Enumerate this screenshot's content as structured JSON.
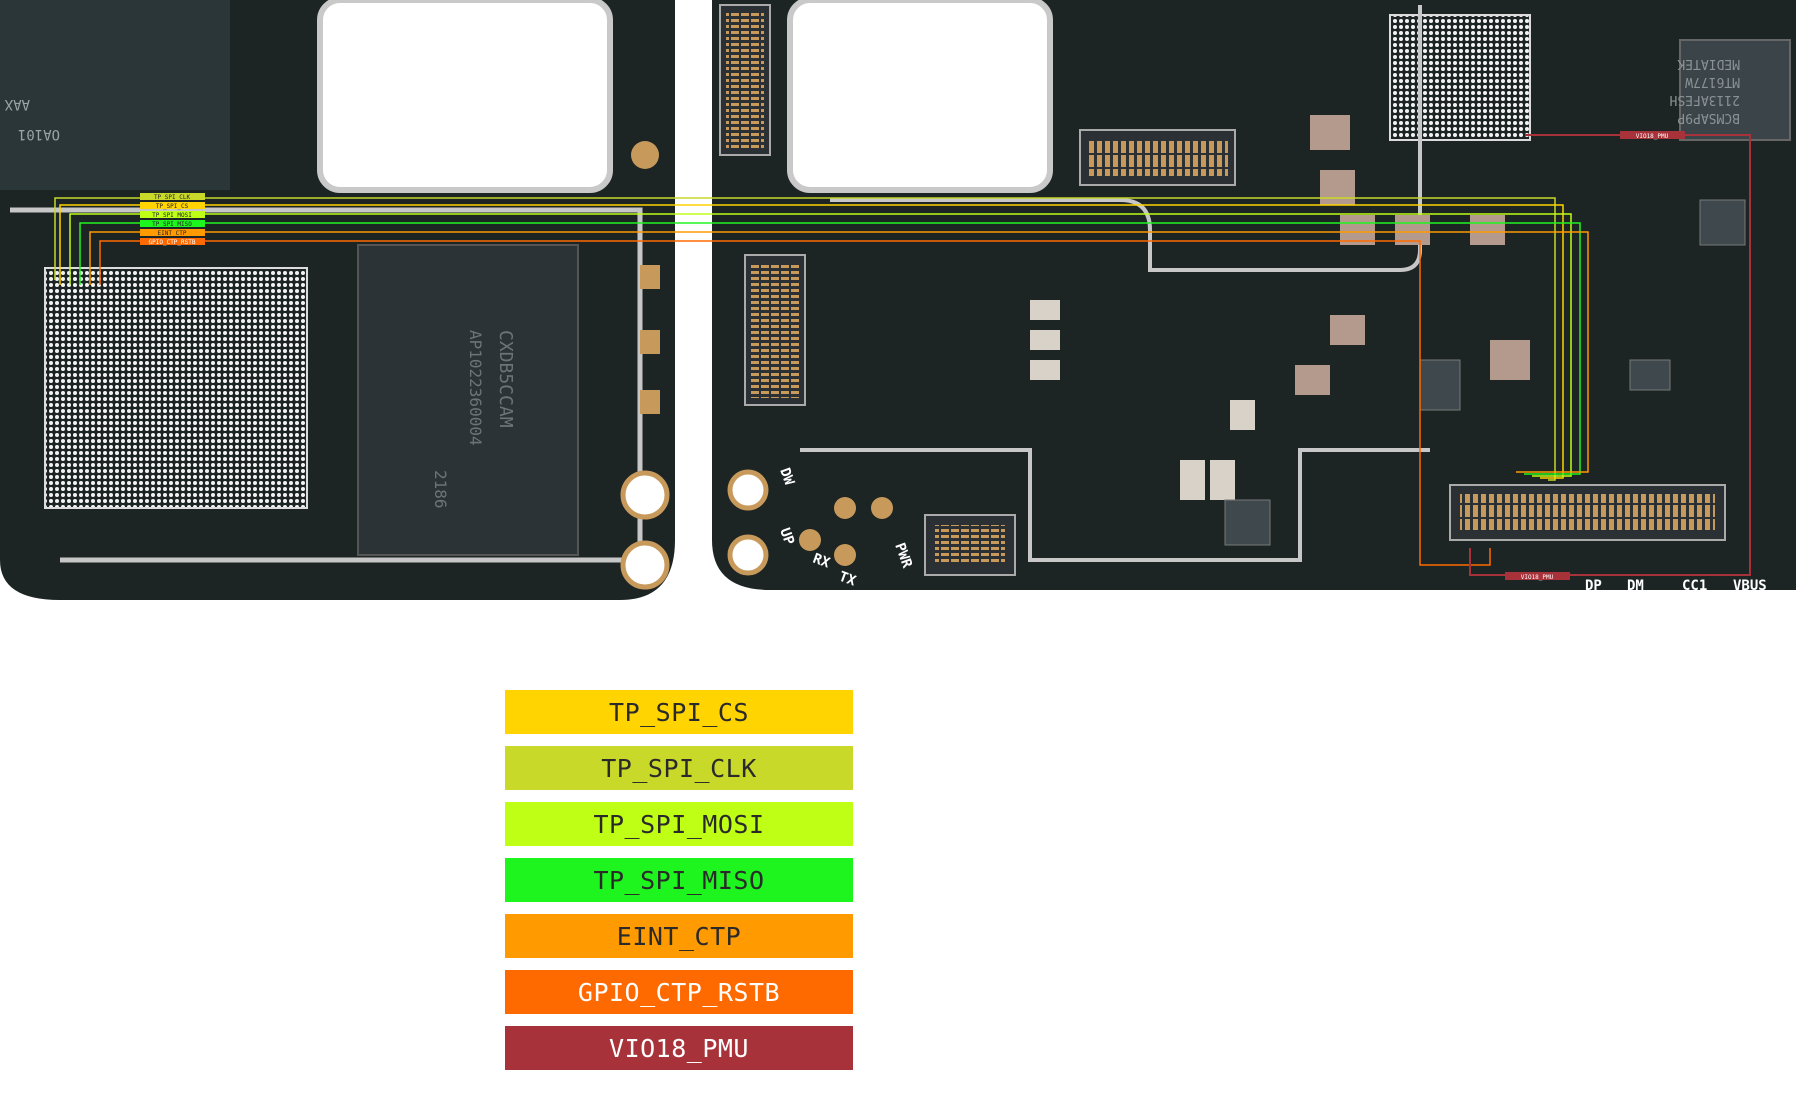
{
  "board": {
    "silkscreen_left": [
      "AAX",
      "OA101"
    ],
    "memory_chip_text": [
      "CXDB5CCAM",
      "AP1022360004",
      "2186"
    ],
    "pmic_text": [
      "MEDIATEK",
      "MT6177W",
      "2113AFESH",
      "BCMSAP9P"
    ],
    "test_pads": [
      "DW",
      "UP",
      "RX",
      "TX",
      "PWR"
    ],
    "connector_pins": [
      "DP",
      "DM",
      "CC1",
      "VBUS"
    ],
    "tags": {
      "left": [
        "TP_SPI_CLK",
        "TP_SPI_CS",
        "TP_SPI_MOSI",
        "TP_SPI_MISO",
        "EINT_CTP",
        "GPIO_CTP_RSTB"
      ],
      "vio_top": "VIO18_PMU",
      "vio_bottom": "VIO18_PMU"
    }
  },
  "legend": [
    {
      "label": "TP_SPI_CS",
      "color": "#FFD400",
      "text_color": "#2a2a2a"
    },
    {
      "label": "TP_SPI_CLK",
      "color": "#C8D92A",
      "text_color": "#2a2a2a"
    },
    {
      "label": "TP_SPI_MOSI",
      "color": "#BFFF16",
      "text_color": "#2a2a2a"
    },
    {
      "label": "TP_SPI_MISO",
      "color": "#1EF51E",
      "text_color": "#2a2a2a"
    },
    {
      "label": "EINT_CTP",
      "color": "#FF9A00",
      "text_color": "#2a2a2a"
    },
    {
      "label": "GPIO_CTP_RSTB",
      "color": "#FF6A00",
      "text_color": "#ffffff"
    },
    {
      "label": "VIO18_PMU",
      "color": "#A8323A",
      "text_color": "#ffffff"
    }
  ]
}
